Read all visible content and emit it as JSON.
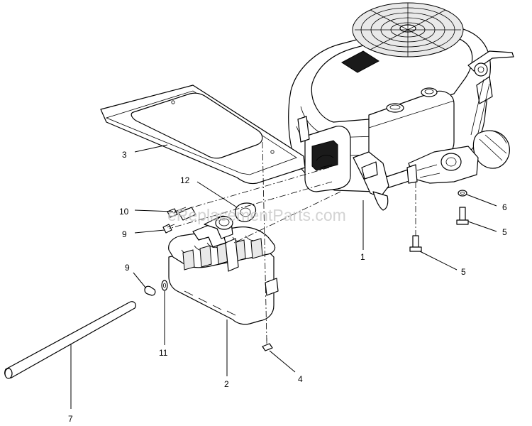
{
  "watermark": "eReplacementParts.com",
  "callouts": [
    {
      "id": "c1",
      "text": "1"
    },
    {
      "id": "c2",
      "text": "2"
    },
    {
      "id": "c3",
      "text": "3"
    },
    {
      "id": "c4",
      "text": "4"
    },
    {
      "id": "c5a",
      "text": "5"
    },
    {
      "id": "c5b",
      "text": "5"
    },
    {
      "id": "c6",
      "text": "6"
    },
    {
      "id": "c7",
      "text": "7"
    },
    {
      "id": "c9a",
      "text": "9"
    },
    {
      "id": "c9b",
      "text": "9"
    },
    {
      "id": "c10",
      "text": "10"
    },
    {
      "id": "c11",
      "text": "11"
    },
    {
      "id": "c12",
      "text": "12"
    }
  ]
}
